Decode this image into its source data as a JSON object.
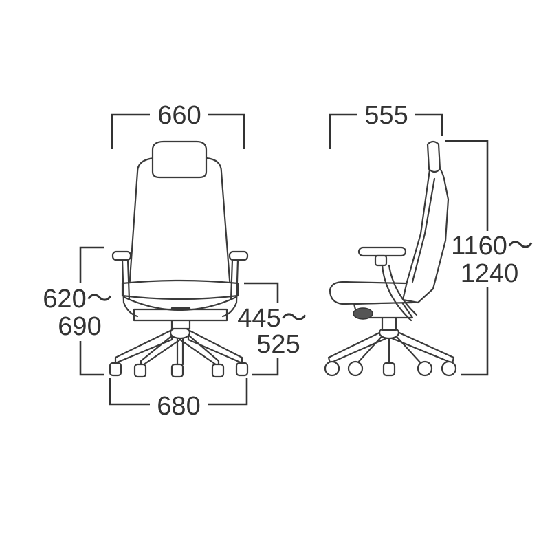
{
  "dimensions": {
    "front_width": "660",
    "side_depth": "555",
    "overall_height_line1": "1160～",
    "overall_height_line2": "1240",
    "armrest_height_line1": "620～",
    "armrest_height_line2": "690",
    "seat_height_line1": "445～",
    "seat_height_line2": "525",
    "base_width": "680"
  },
  "colors": {
    "line": "#3a3a3a",
    "background": "#ffffff"
  }
}
